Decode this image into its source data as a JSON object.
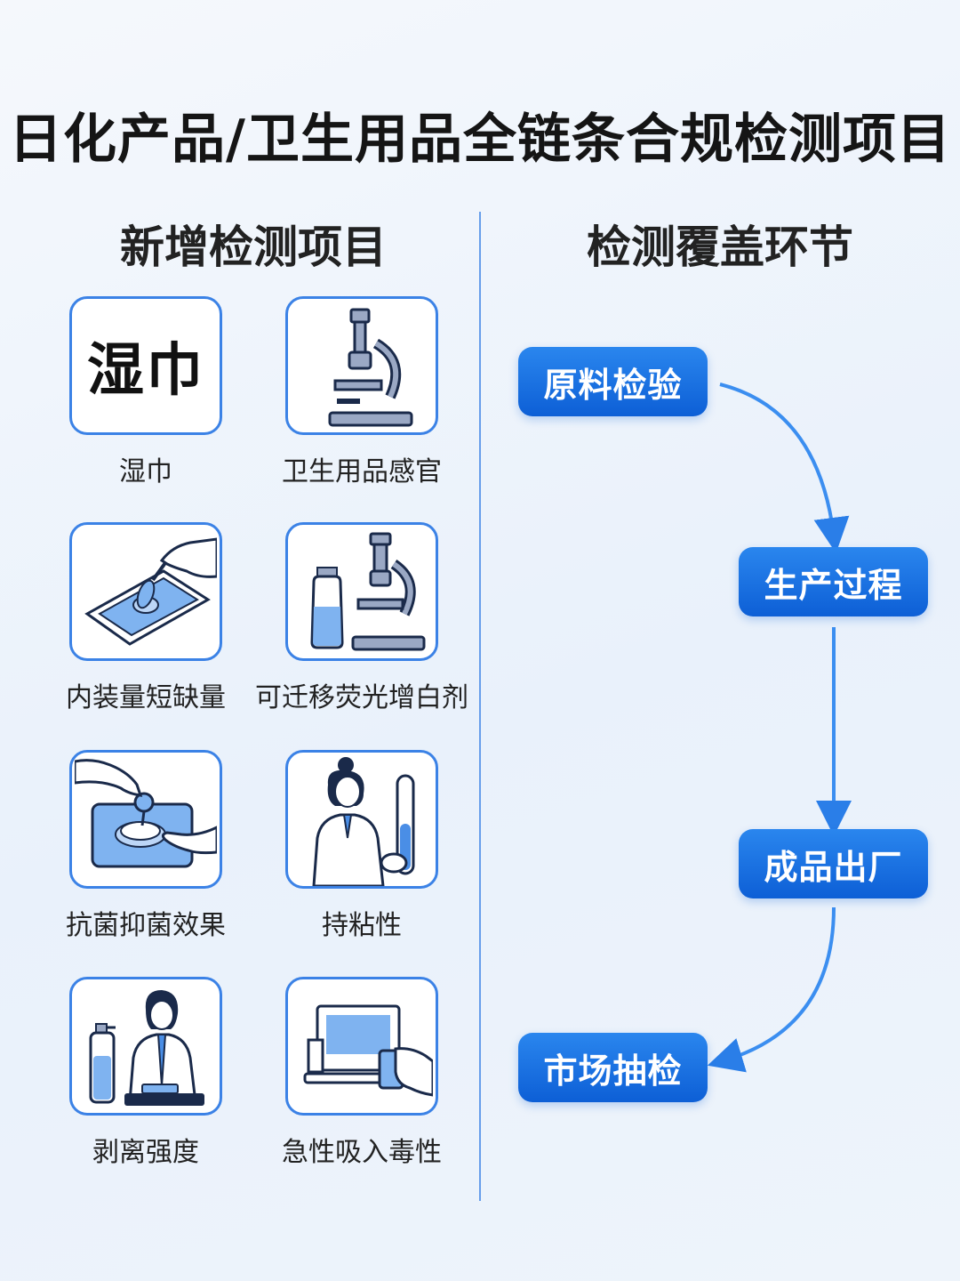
{
  "title": "日化产品/卫生用品全链条合规检测项目",
  "left_section": {
    "heading": "新增检测项目",
    "items": [
      {
        "label": "湿巾",
        "card_text": "湿巾",
        "icon": "wipes-text-icon"
      },
      {
        "label": "卫生用品感官",
        "icon": "microscope-icon"
      },
      {
        "label": "内装量短缺量",
        "icon": "swab-tray-icon"
      },
      {
        "label": "可迁移荧光增白剂",
        "icon": "bottle-microscope-icon"
      },
      {
        "label": "抗菌抑菌效果",
        "icon": "petri-dish-icon"
      },
      {
        "label": "持粘性",
        "icon": "scientist-test-tube-icon"
      },
      {
        "label": "剥离强度",
        "icon": "scientist-bottle-icon"
      },
      {
        "label": "急性吸入毒性",
        "icon": "device-hand-icon"
      }
    ]
  },
  "right_section": {
    "heading": "检测覆盖环节",
    "stages": [
      "原料检验",
      "生产过程",
      "成品出厂",
      "市场抽检"
    ]
  },
  "colors": {
    "accent": "#3b82e6",
    "stage_fill": "#1a72e4",
    "icon_fill": "#7fb3f0",
    "icon_grey": "#9aa8c4"
  }
}
